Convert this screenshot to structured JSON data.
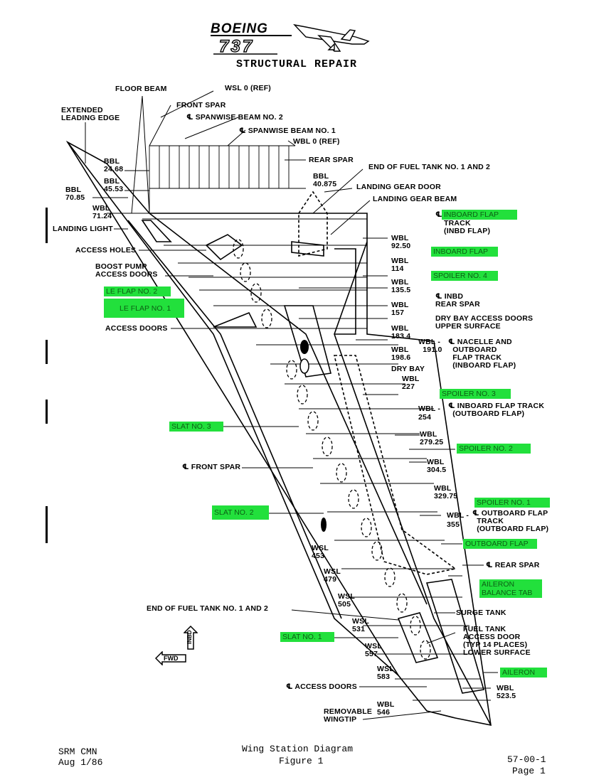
{
  "header": {
    "brand": "BOEING",
    "model": "737",
    "subtitle": "STRUCTURAL REPAIR"
  },
  "labels": {
    "floor_beam": "FLOOR BEAM",
    "wsl0_ref": "WSL 0 (REF)",
    "front_spar_top": "FRONT SPAR",
    "spanwise_beam_2": "℄ SPANWISE BEAM NO. 2",
    "spanwise_beam_1": "℄ SPANWISE BEAM NO. 1",
    "wbl0_ref": "WBL 0 (REF)",
    "extended_leading_edge": "EXTENDED\nLEADING EDGE",
    "rear_spar_top": "REAR SPAR",
    "bbl_24": "BBL\n24.68",
    "bbl_45": "BBL\n45.53",
    "bbl_70": "BBL\n70.85",
    "bbl_40": "BBL\n40.875",
    "end_fuel_tank_top": "END OF FUEL TANK NO. 1 AND 2",
    "landing_gear_door": "LANDING GEAR DOOR",
    "landing_gear_beam": "LANDING GEAR BEAM",
    "wbl_71": "WBL\n71.24",
    "landing_light": "LANDING LIGHT",
    "inboard_flap_track_rest": "TRACK\n(INBD FLAP)",
    "access_holes": "ACCESS HOLES",
    "wbl_92": "WBL\n92.50",
    "boost_pump": "BOOST PUMP\nACCESS DOORS",
    "wbl_114": "WBL\n114",
    "wbl_135": "WBL\n135.5",
    "inbd_rear_spar": "℄ INBD\nREAR SPAR",
    "wbl_157": "WBL\n157",
    "dry_bay_doors": "DRY BAY ACCESS DOORS\nUPPER SURFACE",
    "access_doors_left": "ACCESS DOORS",
    "wbl_183": "WBL\n183.4",
    "wbl_191": "WBL -\n  191.0",
    "nacelle": "℄ NACELLE AND\n  OUTBOARD\n  FLAP TRACK\n  (INBOARD FLAP)",
    "wbl_198": "WBL\n198.6",
    "dry_bay": "DRY BAY",
    "wbl_227": "WBL\n227",
    "wbl_254": "WBL -",
    "wbl_254_num": "254",
    "inboard_flap_track_out": "℄ INBOARD FLAP TRACK\n  (OUTBOARD FLAP)",
    "front_spar_left": "℄ FRONT SPAR",
    "wbl_279": "WBL\n279.25",
    "wbl_304": "WBL\n304.5",
    "wbl_329": "WBL\n329.75",
    "wbl_355": "WBL -",
    "wbl_355_num": "355",
    "outboard_flap_track": "℄ OUTBOARD FLAP\n  TRACK\n  (OUTBOARD FLAP)",
    "wsl_453": "WSL\n453",
    "wsl_479": "WSL\n479",
    "rear_spar_right": "℄ REAR SPAR",
    "wsl_505": "WSL\n505",
    "end_fuel_tank_bottom": "END OF FUEL TANK NO. 1 AND 2",
    "surge_tank": "SURGE TANK",
    "wsl_531": "WSL\n531",
    "fuel_tank_access": "FUEL TANK\nACCESS DOOR\n(TYP 14 PLACES)\nLOWER SURFACE",
    "wsl_557": "WSL\n557",
    "wsl_583": "WSL\n583",
    "cl_access_doors": "℄ ACCESS DOORS",
    "wbl_523": "WBL\n523.5",
    "wbl_546": "WBL\n546",
    "removable_wingtip": "REMOVABLE\nWINGTIP",
    "inbd_arrow": "INBD",
    "fwd_arrow": "FWD"
  },
  "highlights": {
    "inboard_flap_track": "INBOARD FLAP",
    "inboard_flap": "INBOARD FLAP",
    "spoiler_4": "SPOILER NO. 4",
    "le_flap_2": "LE FLAP NO. 2",
    "le_flap_1": "LE FLAP NO. 1",
    "spoiler_3": "SPOILER NO. 3",
    "slat_3": "SLAT NO. 3",
    "spoiler_2": "SPOILER NO. 2",
    "spoiler_1": "SPOILER NO. 1",
    "slat_2": "SLAT NO. 2",
    "outboard_flap": "OUTBOARD FLAP",
    "aileron_balance_tab": "AILERON\nBALANCE TAB",
    "slat_1": "SLAT NO. 1",
    "aileron": "AILERON"
  },
  "footer": {
    "left_line1": "SRM CMN",
    "left_line2": "Aug 1/86",
    "center_line1": "Wing Station Diagram",
    "center_line2": "Figure 1",
    "right_line1": "57-00-1",
    "right_line2": "Page 1"
  },
  "colors": {
    "highlight": "#22e03c",
    "highlight_text": "#0c5f14"
  }
}
